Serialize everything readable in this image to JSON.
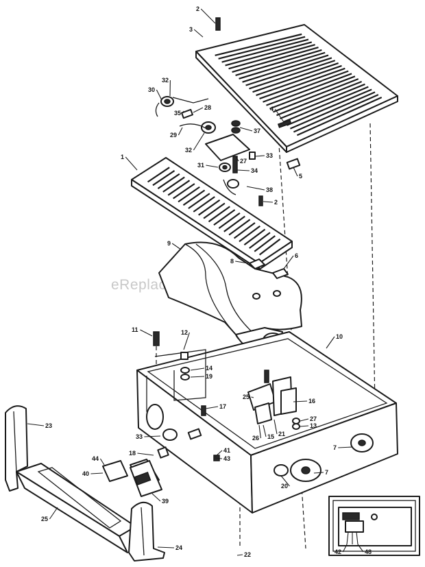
{
  "watermark": "eReplacementParts.com",
  "callouts": [
    {
      "id": "c2a",
      "text": "2"
    },
    {
      "id": "c3",
      "text": "3"
    },
    {
      "id": "c32a",
      "text": "32"
    },
    {
      "id": "c30",
      "text": "30"
    },
    {
      "id": "c35",
      "text": "35"
    },
    {
      "id": "c28",
      "text": "28"
    },
    {
      "id": "c29",
      "text": "29"
    },
    {
      "id": "c32b",
      "text": "32"
    },
    {
      "id": "c37",
      "text": "37"
    },
    {
      "id": "c27a",
      "text": "27"
    },
    {
      "id": "c33",
      "text": "33"
    },
    {
      "id": "c31",
      "text": "31"
    },
    {
      "id": "c34",
      "text": "34"
    },
    {
      "id": "c38",
      "text": "38"
    },
    {
      "id": "c2b",
      "text": "2"
    },
    {
      "id": "c1",
      "text": "1"
    },
    {
      "id": "c4",
      "text": "4"
    },
    {
      "id": "c5",
      "text": "5"
    },
    {
      "id": "c8",
      "text": "8"
    },
    {
      "id": "c6",
      "text": "6"
    },
    {
      "id": "c9",
      "text": "9"
    },
    {
      "id": "c11",
      "text": "11"
    },
    {
      "id": "c12",
      "text": "12"
    },
    {
      "id": "c10",
      "text": "10"
    },
    {
      "id": "c14",
      "text": "14"
    },
    {
      "id": "c19",
      "text": "19"
    },
    {
      "id": "c25a",
      "text": "25"
    },
    {
      "id": "c16",
      "text": "16"
    },
    {
      "id": "c17",
      "text": "17"
    },
    {
      "id": "c27b",
      "text": "27"
    },
    {
      "id": "c13",
      "text": "13"
    },
    {
      "id": "c23",
      "text": "23"
    },
    {
      "id": "c26",
      "text": "26"
    },
    {
      "id": "c15",
      "text": "15"
    },
    {
      "id": "c21",
      "text": "21"
    },
    {
      "id": "c7a",
      "text": "7"
    },
    {
      "id": "c33b",
      "text": "33"
    },
    {
      "id": "c18",
      "text": "18"
    },
    {
      "id": "c44",
      "text": "44"
    },
    {
      "id": "c41",
      "text": "41"
    },
    {
      "id": "c40",
      "text": "40"
    },
    {
      "id": "c43",
      "text": "43"
    },
    {
      "id": "c7b",
      "text": "7"
    },
    {
      "id": "c20",
      "text": "20"
    },
    {
      "id": "c39",
      "text": "39"
    },
    {
      "id": "c25b",
      "text": "25"
    },
    {
      "id": "c24",
      "text": "24"
    },
    {
      "id": "c22",
      "text": "22"
    },
    {
      "id": "c42",
      "text": "42"
    },
    {
      "id": "c48",
      "text": "48"
    }
  ]
}
